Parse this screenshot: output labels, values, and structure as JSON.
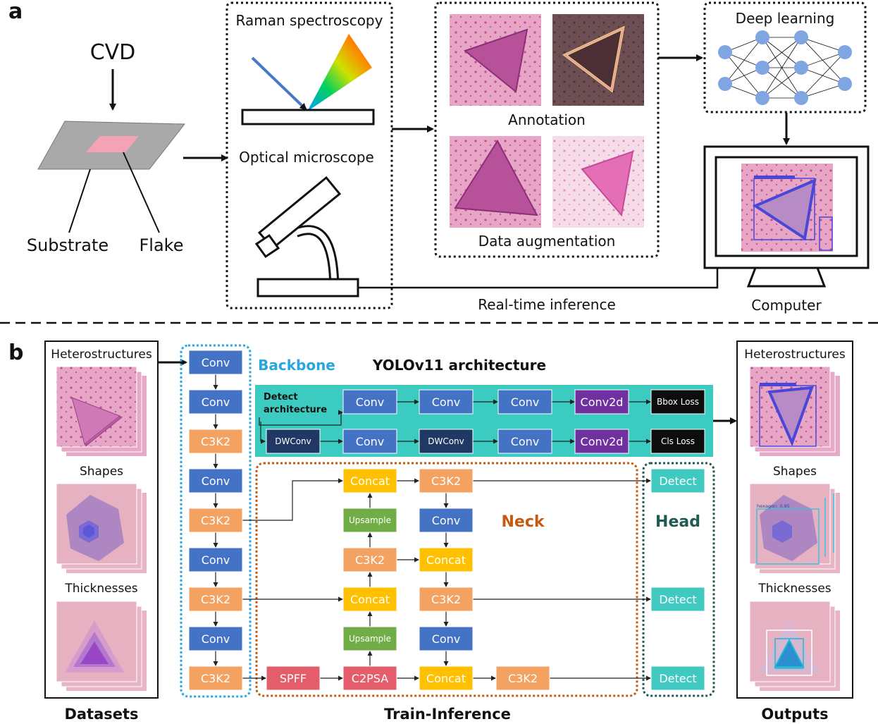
{
  "panel_a": {
    "label": "a",
    "cvd": "CVD",
    "substrate": "Substrate",
    "flake": "Flake",
    "raman": "Raman spectroscopy",
    "optical": "Optical microscope",
    "annotation": "Annotation",
    "augmentation": "Data augmentation",
    "deep_learning": "Deep learning",
    "realtime": "Real-time inference",
    "computer": "Computer"
  },
  "panel_b": {
    "label": "b",
    "heterostructures": "Heterostructures",
    "shapes": "Shapes",
    "thicknesses": "Thicknesses",
    "datasets": "Datasets",
    "outputs": "Outputs",
    "train_inference": "Train-Inference",
    "backbone": "Backbone",
    "architecture_title": "YOLOv11 architecture",
    "detect_architecture_1": "Detect",
    "detect_architecture_2": "architecture",
    "neck": "Neck",
    "head": "Head",
    "out_heterostructures": "Heterostructures",
    "out_shapes": "Shapes",
    "out_thicknesses": "Thicknesses",
    "hexagon_tag": "hexagon: 0.95"
  },
  "blocks": {
    "backbone": [
      "Conv",
      "Conv",
      "C3K2",
      "Conv",
      "C3K2",
      "Conv",
      "C3K2",
      "Conv",
      "C3K2"
    ],
    "detect_row1": [
      "Conv",
      "Conv",
      "Conv",
      "Conv2d",
      "Bbox Loss"
    ],
    "detect_row2": [
      "DWConv",
      "Conv",
      "DWConv",
      "Conv",
      "Conv2d",
      "Cls Loss"
    ],
    "neck_col1": [
      "Concat",
      "Upsample",
      "C3K2",
      "Concat",
      "Upsample",
      "C2PSA"
    ],
    "neck_col2": [
      "C3K2",
      "Conv",
      "Concat",
      "C3K2",
      "Conv",
      "Concat"
    ],
    "neck_bottom": [
      "SPFF",
      "C3K2"
    ],
    "head": [
      "Detect",
      "Detect",
      "Detect"
    ]
  },
  "colors": {
    "conv": "#4472c4",
    "c3k2": "#f4a261",
    "concat": "#ffc000",
    "upsample": "#70ad47",
    "spff": "#e35d6a",
    "detect": "#40c9c0",
    "dark": "#1f3864",
    "purple": "#7030a0",
    "black": "#0d0d0d",
    "backbone_border": "#29a6df",
    "neck_border": "#c55a11",
    "head_border": "#215a52",
    "teal_panel": "#3ccbc0",
    "flake_pink": "#d76fb0",
    "substrate": "#f0c9d4"
  }
}
